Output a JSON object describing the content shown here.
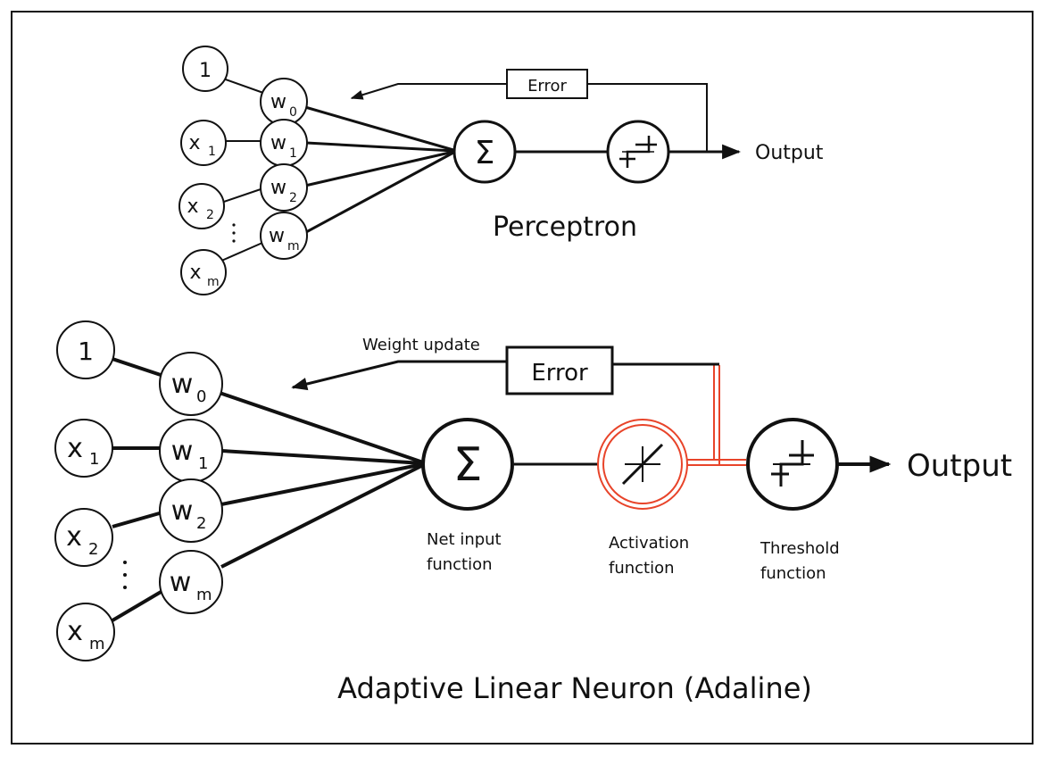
{
  "perceptron": {
    "title": "Perceptron",
    "bias_input": "1",
    "inputs": [
      "x",
      "x",
      "x"
    ],
    "input_subscripts": [
      "1",
      "2",
      "m"
    ],
    "weights": [
      "w",
      "w",
      "w",
      "w"
    ],
    "weight_subscripts": [
      "0",
      "1",
      "2",
      "m"
    ],
    "sum_symbol": "Σ",
    "error_label": "Error",
    "output_label": "Output"
  },
  "adaline": {
    "title": "Adaptive Linear Neuron (Adaline)",
    "bias_input": "1",
    "inputs": [
      "x",
      "x",
      "x"
    ],
    "input_subscripts": [
      "1",
      "2",
      "m"
    ],
    "weights": [
      "w",
      "w",
      "w",
      "w"
    ],
    "weight_subscripts": [
      "0",
      "1",
      "2",
      "m"
    ],
    "sum_symbol": "Σ",
    "error_label": "Error",
    "weight_update_label": "Weight update",
    "output_label": "Output",
    "net_input_label": [
      "Net input",
      "function"
    ],
    "activation_label": [
      "Activation",
      "function"
    ],
    "threshold_label": [
      "Threshold",
      "function"
    ]
  },
  "colors": {
    "line": "#111111",
    "activation_highlight": "#e8442a"
  },
  "icons": [
    "sigma-icon",
    "step-function-icon",
    "linear-function-icon",
    "arrow-head-icon"
  ]
}
